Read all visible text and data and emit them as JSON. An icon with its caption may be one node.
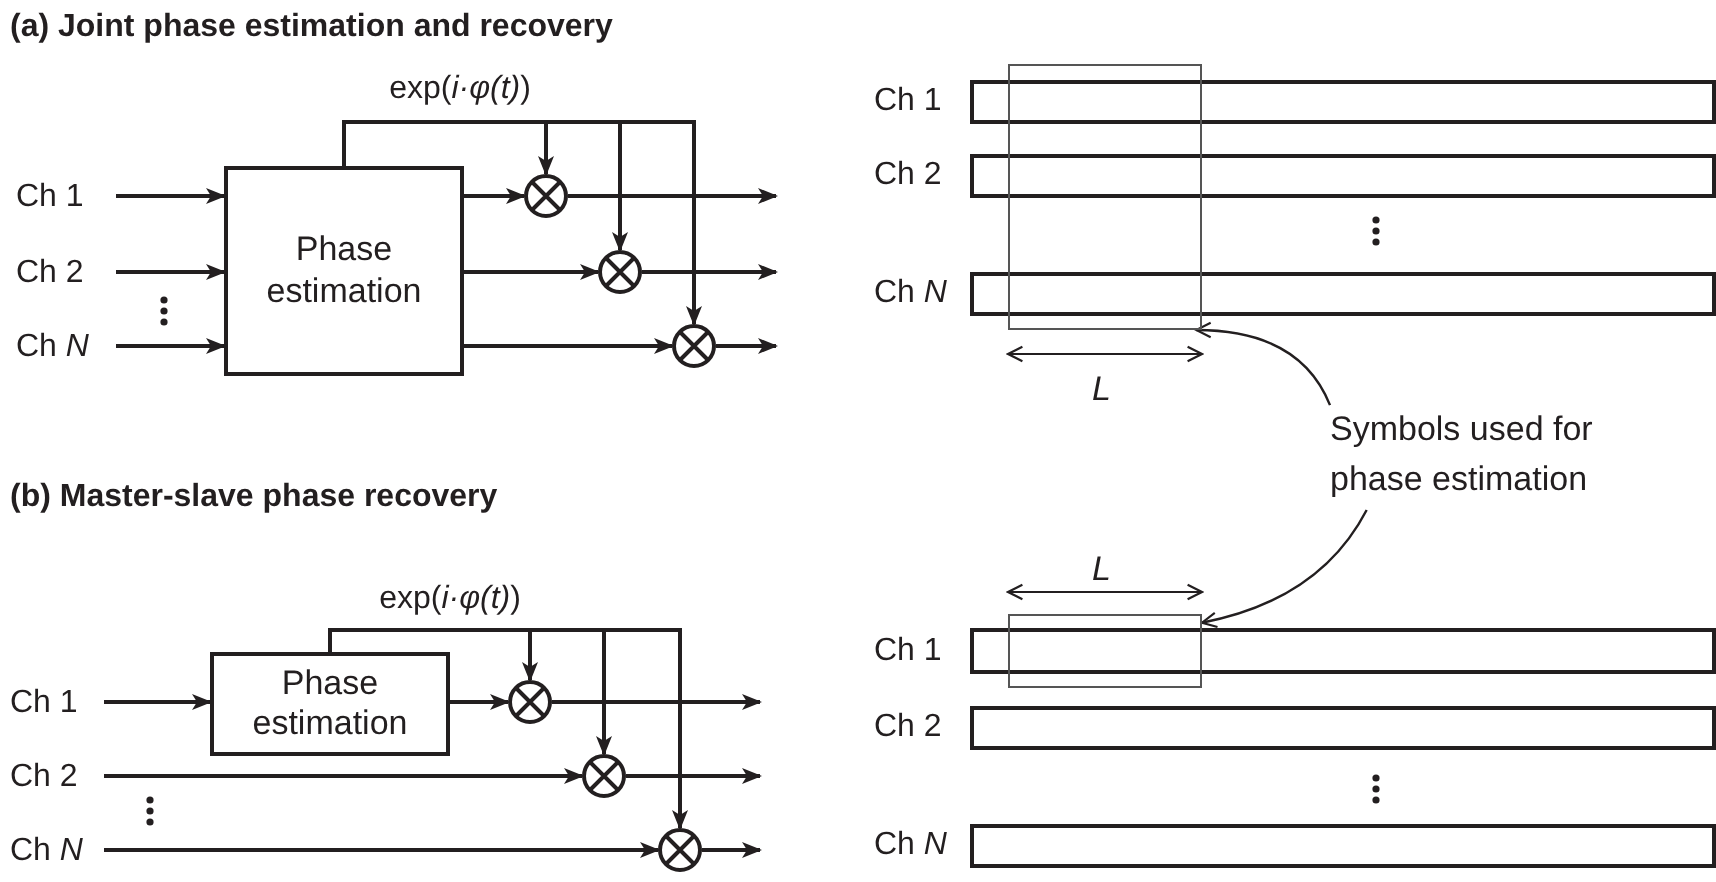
{
  "diagram": {
    "nodes": [
      {
        "text": [
          "Ch 1"
        ]
      },
      {
        "text": [
          "Ch 2"
        ]
      },
      {
        "text": [
          "Ch *N*"
        ]
      },
      {
        "text": [
          "Phase estimation"
        ]
      },
      {
        "text": [],
        "shape": "circle"
      },
      {
        "text": [],
        "shape": "circle"
      },
      {
        "text": [],
        "shape": "circle"
      },
      {
        "text": [
          "Ch 1"
        ]
      },
      {
        "text": [
          "Ch 2"
        ]
      },
      {
        "text": [
          "Ch *N*"
        ]
      },
      {
        "text": [
          "Phase estimation"
        ]
      },
      {
        "text": [],
        "shape": "circle"
      },
      {
        "text": [],
        "shape": "circle"
      },
      {
        "text": [],
        "shape": "circle"
      },
      {
        "text": [
          "Ch 1"
        ]
      },
      {
        "text": [
          "Ch 2"
        ]
      },
      {
        "text": [
          "Ch *N*"
        ]
      },
      {
        "text": [],
        "shape": "box"
      },
      {
        "text": [
          "Symbols used for phase estimation"
        ]
      },
      {
        "text": [
          "Ch 1"
        ]
      },
      {
        "text": [
          "Ch 2"
        ]
      },
      {
        "text": [
          "Ch *N*"
        ]
      },
      {
        "text": [],
        "shape": "box"
      }
    ],
    "edges": [
      {
        "from": 0,
        "to": 3,
        "arrow": "to"
      },
      {
        "from": 1,
        "to": 3,
        "arrow": "to"
      },
      {
        "from": 2,
        "to": 3,
        "arrow": "to"
      },
      {
        "from": 3,
        "to": 4,
        "arrow": "to"
      },
      {
        "from": 3,
        "to": 5,
        "arrow": "to"
      },
      {
        "from": 3,
        "to": 6,
        "arrow": "to"
      },
      {
        "from": 3,
        "to": 4,
        "arrow": "to",
        "label": "exp(*i·φ(t)*)"
      },
      {
        "from": 3,
        "to": 5,
        "arrow": "to"
      },
      {
        "from": 3,
        "to": 6,
        "arrow": "to"
      },
      {
        "from": 4,
        "to": null,
        "arrow": "to"
      },
      {
        "from": 5,
        "to": null,
        "arrow": "to"
      },
      {
        "from": 6,
        "to": null,
        "arrow": "to"
      },
      {
        "from": 7,
        "to": 10,
        "arrow": "to"
      },
      {
        "from": 10,
        "to": 11,
        "arrow": "to"
      },
      {
        "from": 8,
        "to": 12,
        "arrow": "to"
      },
      {
        "from": 9,
        "to": 13,
        "arrow": "to"
      },
      {
        "from": 10,
        "to": 11,
        "arrow": "to",
        "label": "exp(*i·φ(t)*)"
      },
      {
        "from": 10,
        "to": 12,
        "arrow": "to"
      },
      {
        "from": 10,
        "to": 13,
        "arrow": "to"
      },
      {
        "from": 11,
        "to": null,
        "arrow": "to"
      },
      {
        "from": 12,
        "to": null,
        "arrow": "to"
      },
      {
        "from": 13,
        "to": null,
        "arrow": "to"
      },
      {
        "from": 18,
        "to": 17,
        "arrow": "to"
      },
      {
        "from": 18,
        "to": 22,
        "arrow": "to"
      }
    ],
    "labels": [
      "(a) Joint phase estimation and recovery",
      "L",
      "(b) Master-slave phase recovery",
      "L"
    ]
  }
}
